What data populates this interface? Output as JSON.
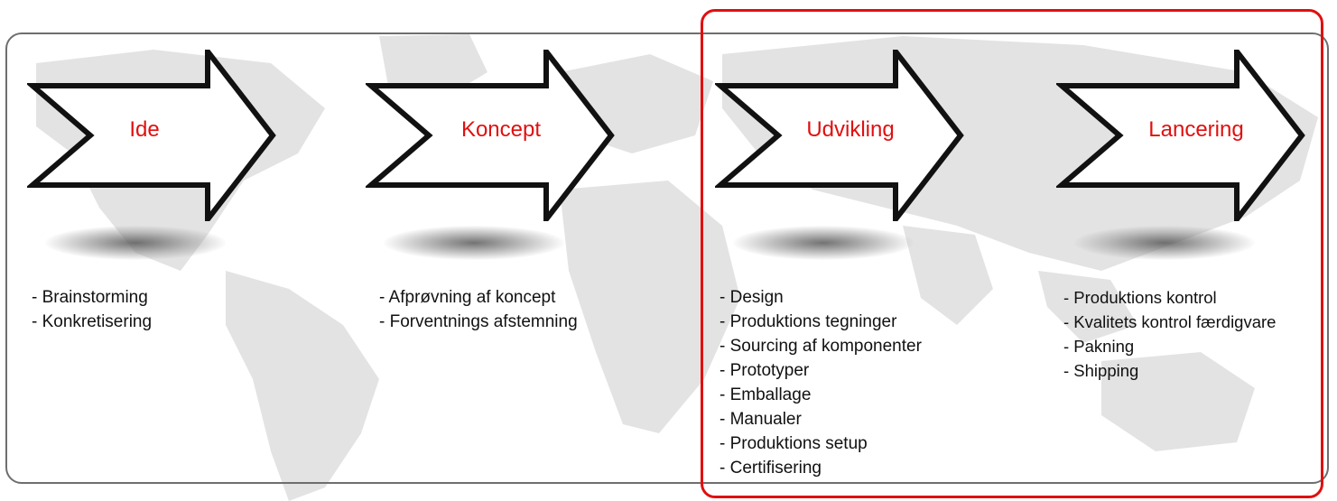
{
  "colors": {
    "accent": "#e01010",
    "frame": "#6e6e6e",
    "map": "#dcdcdc"
  },
  "stages": [
    {
      "title": "Ide",
      "bullets": [
        "- Brainstorming",
        "- Konkretisering"
      ]
    },
    {
      "title": "Koncept",
      "bullets": [
        "- Afprøvning af koncept",
        "- Forventnings afstemning"
      ]
    },
    {
      "title": "Udvikling",
      "bullets": [
        "- Design",
        "- Produktions tegninger",
        "- Sourcing af komponenter",
        "- Prototyper",
        "- Emballage",
        "- Manualer",
        "- Produktions setup",
        "- Certifisering"
      ]
    },
    {
      "title": "Lancering",
      "bullets": [
        "- Produktions kontrol",
        "- Kvalitets kontrol færdigvare",
        "- Pakning",
        "- Shipping"
      ]
    }
  ],
  "highlighted_stages": [
    "Udvikling",
    "Lancering"
  ]
}
